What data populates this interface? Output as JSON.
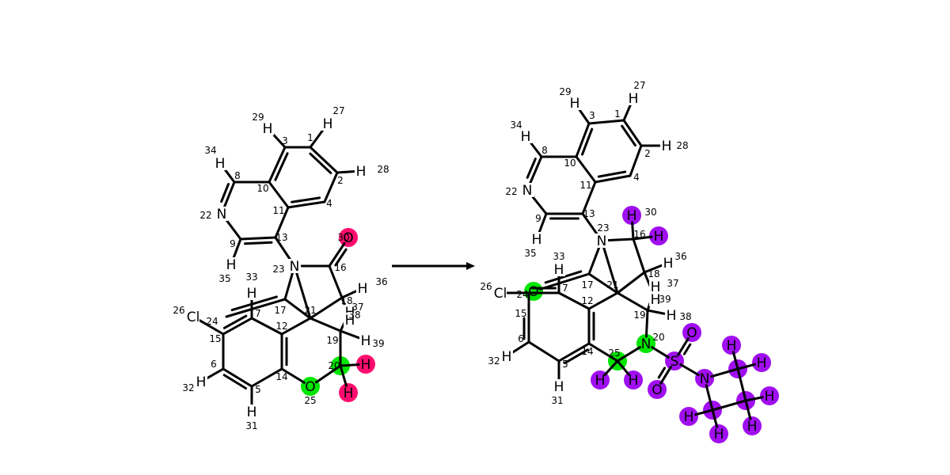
{
  "colors": {
    "reaction_center": "#00e600",
    "leaving_group": "#ff0d6e",
    "added_group": "#a00ff0",
    "bond": "#000000",
    "background": "#ffffff"
  },
  "reactant": {
    "atoms": [
      {
        "id": 1,
        "symbol": "",
        "map": "1"
      },
      {
        "id": 2,
        "symbol": "",
        "map": "2"
      },
      {
        "id": 3,
        "symbol": "",
        "map": "3"
      },
      {
        "id": 4,
        "symbol": "",
        "map": "4"
      },
      {
        "id": 5,
        "symbol": "",
        "map": "5"
      },
      {
        "id": 6,
        "symbol": "",
        "map": "6"
      },
      {
        "id": 7,
        "symbol": "",
        "map": "7"
      },
      {
        "id": 8,
        "symbol": "",
        "map": "8"
      },
      {
        "id": 9,
        "symbol": "",
        "map": "9"
      },
      {
        "id": 10,
        "symbol": "",
        "map": "10"
      },
      {
        "id": 11,
        "symbol": "",
        "map": "11"
      },
      {
        "id": 12,
        "symbol": "",
        "map": "12"
      },
      {
        "id": 13,
        "symbol": "",
        "map": "13"
      },
      {
        "id": 14,
        "symbol": "",
        "map": "14"
      },
      {
        "id": 15,
        "symbol": "",
        "map": "15"
      },
      {
        "id": 16,
        "symbol": "",
        "map": "16"
      },
      {
        "id": 17,
        "symbol": "",
        "map": "17"
      },
      {
        "id": 18,
        "symbol": "",
        "map": "18"
      },
      {
        "id": 19,
        "symbol": "",
        "map": "19"
      },
      {
        "id": 20,
        "symbol": "",
        "map": "20",
        "highlight": "reaction_center"
      },
      {
        "id": 21,
        "symbol": "",
        "map": "21"
      },
      {
        "id": 22,
        "symbol": "N",
        "map": "22"
      },
      {
        "id": 23,
        "symbol": "N",
        "map": "23"
      },
      {
        "id": 24,
        "symbol": "",
        "map": "24"
      },
      {
        "id": 25,
        "symbol": "O",
        "map": "25",
        "highlight": "reaction_center"
      },
      {
        "id": 26,
        "symbol": "Cl",
        "map": "26"
      },
      {
        "id": 27,
        "symbol": "H",
        "map": "27"
      },
      {
        "id": 28,
        "symbol": "H",
        "map": "28"
      },
      {
        "id": 29,
        "symbol": "H",
        "map": "29"
      },
      {
        "id": 30,
        "symbol": "O",
        "map": "30",
        "highlight": "leaving_group"
      },
      {
        "id": 31,
        "symbol": "H",
        "map": "31"
      },
      {
        "id": 32,
        "symbol": "H",
        "map": "32"
      },
      {
        "id": 33,
        "symbol": "H",
        "map": "33"
      },
      {
        "id": 34,
        "symbol": "H",
        "map": "34"
      },
      {
        "id": 35,
        "symbol": "H",
        "map": "35"
      },
      {
        "id": 36,
        "symbol": "H",
        "map": "36"
      },
      {
        "id": 37,
        "symbol": "H",
        "map": "37"
      },
      {
        "id": 38,
        "symbol": "H",
        "map": "38"
      },
      {
        "id": 39,
        "symbol": "H",
        "map": "39"
      },
      {
        "id": 40,
        "symbol": "H",
        "map": "",
        "highlight": "leaving_group"
      },
      {
        "id": 41,
        "symbol": "H",
        "map": "",
        "highlight": "leaving_group"
      }
    ],
    "bonds": [
      [
        1,
        2,
        2
      ],
      [
        2,
        4,
        1
      ],
      [
        4,
        11,
        2
      ],
      [
        11,
        10,
        1
      ],
      [
        10,
        3,
        2
      ],
      [
        3,
        1,
        1
      ],
      [
        10,
        8,
        1
      ],
      [
        8,
        22,
        2
      ],
      [
        22,
        9,
        1
      ],
      [
        9,
        13,
        2
      ],
      [
        13,
        11,
        1
      ],
      [
        13,
        23,
        1
      ],
      [
        23,
        16,
        1
      ],
      [
        16,
        30,
        2
      ],
      [
        16,
        18,
        1
      ],
      [
        18,
        21,
        1
      ],
      [
        21,
        23,
        1
      ],
      [
        23,
        17,
        1
      ],
      [
        17,
        21,
        1
      ],
      [
        17,
        24,
        2
      ],
      [
        21,
        12,
        1
      ],
      [
        21,
        19,
        1
      ],
      [
        19,
        20,
        1
      ],
      [
        20,
        25,
        1
      ],
      [
        25,
        14,
        1
      ],
      [
        14,
        12,
        2
      ],
      [
        12,
        7,
        1
      ],
      [
        7,
        15,
        2
      ],
      [
        15,
        6,
        1
      ],
      [
        6,
        5,
        2
      ],
      [
        5,
        14,
        1
      ],
      [
        15,
        26,
        1
      ],
      [
        1,
        27,
        1
      ],
      [
        2,
        28,
        1
      ],
      [
        3,
        29,
        1
      ],
      [
        8,
        34,
        1
      ],
      [
        9,
        35,
        1
      ],
      [
        7,
        33,
        1
      ],
      [
        6,
        32,
        1
      ],
      [
        5,
        31,
        1
      ],
      [
        18,
        36,
        1
      ],
      [
        18,
        38,
        1
      ],
      [
        19,
        37,
        1
      ],
      [
        19,
        39,
        1
      ],
      [
        20,
        40,
        1
      ],
      [
        20,
        41,
        1
      ]
    ]
  },
  "product": {
    "atoms": [
      {
        "id": 1,
        "symbol": "",
        "map": "1"
      },
      {
        "id": 2,
        "symbol": "",
        "map": "2"
      },
      {
        "id": 3,
        "symbol": "",
        "map": "3"
      },
      {
        "id": 4,
        "symbol": "",
        "map": "4"
      },
      {
        "id": 5,
        "symbol": "",
        "map": "5"
      },
      {
        "id": 6,
        "symbol": "",
        "map": "6"
      },
      {
        "id": 7,
        "symbol": "",
        "map": "7"
      },
      {
        "id": 8,
        "symbol": "",
        "map": "8"
      },
      {
        "id": 9,
        "symbol": "",
        "map": "9"
      },
      {
        "id": 10,
        "symbol": "",
        "map": "10"
      },
      {
        "id": 11,
        "symbol": "",
        "map": "11"
      },
      {
        "id": 12,
        "symbol": "",
        "map": "12"
      },
      {
        "id": 13,
        "symbol": "",
        "map": "13"
      },
      {
        "id": 14,
        "symbol": "",
        "map": "14"
      },
      {
        "id": 15,
        "symbol": "",
        "map": "15"
      },
      {
        "id": 16,
        "symbol": "",
        "map": "16"
      },
      {
        "id": 17,
        "symbol": "",
        "map": "17"
      },
      {
        "id": 18,
        "symbol": "",
        "map": "18"
      },
      {
        "id": 19,
        "symbol": "",
        "map": "19"
      },
      {
        "id": 20,
        "symbol": "N",
        "map": "20",
        "highlight": "reaction_center"
      },
      {
        "id": 21,
        "symbol": "",
        "map": "21"
      },
      {
        "id": 22,
        "symbol": "N",
        "map": "22"
      },
      {
        "id": 23,
        "symbol": "N",
        "map": "23"
      },
      {
        "id": 24,
        "symbol": "",
        "map": "24"
      },
      {
        "id": 25,
        "symbol": "",
        "map": "25",
        "highlight": "reaction_center"
      },
      {
        "id": 26,
        "symbol": "Cl",
        "map": "26"
      },
      {
        "id": 27,
        "symbol": "H",
        "map": "27"
      },
      {
        "id": 28,
        "symbol": "H",
        "map": "28"
      },
      {
        "id": 29,
        "symbol": "H",
        "map": "29"
      },
      {
        "id": 30,
        "symbol": "H",
        "map": "30",
        "highlight": "added_group"
      },
      {
        "id": 31,
        "symbol": "H",
        "map": "31"
      },
      {
        "id": 32,
        "symbol": "H",
        "map": "32"
      },
      {
        "id": 33,
        "symbol": "H",
        "map": "33"
      },
      {
        "id": 34,
        "symbol": "H",
        "map": "34"
      },
      {
        "id": 35,
        "symbol": "H",
        "map": "35"
      },
      {
        "id": 36,
        "symbol": "H",
        "map": "36"
      },
      {
        "id": 37,
        "symbol": "H",
        "map": "37"
      },
      {
        "id": 38,
        "symbol": "H",
        "map": "38"
      },
      {
        "id": 39,
        "symbol": "H",
        "map": "39"
      },
      {
        "id": 40,
        "symbol": "O",
        "map": "",
        "highlight": "reaction_center"
      },
      {
        "id": 41,
        "symbol": "H",
        "map": "",
        "highlight": "added_group"
      },
      {
        "id": 42,
        "symbol": "H",
        "map": "",
        "highlight": "added_group"
      },
      {
        "id": 43,
        "symbol": "H",
        "map": "",
        "highlight": "added_group"
      },
      {
        "id": 44,
        "symbol": "S",
        "map": "",
        "highlight": "added_group"
      },
      {
        "id": 45,
        "symbol": "O",
        "map": "",
        "highlight": "added_group"
      },
      {
        "id": 46,
        "symbol": "O",
        "map": "",
        "highlight": "added_group"
      },
      {
        "id": 47,
        "symbol": "N",
        "map": "",
        "highlight": "added_group"
      },
      {
        "id": 48,
        "symbol": "",
        "map": "",
        "highlight": "added_group"
      },
      {
        "id": 49,
        "symbol": "",
        "map": "",
        "highlight": "added_group"
      },
      {
        "id": 50,
        "symbol": "",
        "map": "",
        "highlight": "added_group"
      },
      {
        "id": 51,
        "symbol": "H",
        "map": "",
        "highlight": "added_group"
      },
      {
        "id": 52,
        "symbol": "H",
        "map": "",
        "highlight": "added_group"
      },
      {
        "id": 53,
        "symbol": "H",
        "map": "",
        "highlight": "added_group"
      },
      {
        "id": 54,
        "symbol": "H",
        "map": "",
        "highlight": "added_group"
      },
      {
        "id": 55,
        "symbol": "H",
        "map": "",
        "highlight": "added_group"
      },
      {
        "id": 56,
        "symbol": "H",
        "map": "",
        "highlight": "added_group"
      }
    ],
    "bonds": [
      [
        1,
        2,
        2
      ],
      [
        2,
        4,
        1
      ],
      [
        4,
        11,
        2
      ],
      [
        11,
        10,
        1
      ],
      [
        10,
        3,
        2
      ],
      [
        3,
        1,
        1
      ],
      [
        10,
        8,
        1
      ],
      [
        8,
        22,
        2
      ],
      [
        22,
        9,
        1
      ],
      [
        9,
        13,
        2
      ],
      [
        13,
        11,
        1
      ],
      [
        13,
        23,
        1
      ],
      [
        23,
        16,
        1
      ],
      [
        16,
        18,
        1
      ],
      [
        18,
        21,
        1
      ],
      [
        21,
        23,
        1
      ],
      [
        23,
        17,
        1
      ],
      [
        17,
        21,
        1
      ],
      [
        17,
        40,
        2
      ],
      [
        21,
        12,
        1
      ],
      [
        21,
        19,
        1
      ],
      [
        19,
        20,
        1
      ],
      [
        20,
        25,
        1
      ],
      [
        25,
        14,
        1
      ],
      [
        14,
        12,
        2
      ],
      [
        12,
        7,
        1
      ],
      [
        7,
        24,
        2
      ],
      [
        24,
        15,
        1
      ],
      [
        15,
        6,
        2
      ],
      [
        6,
        5,
        1
      ],
      [
        5,
        14,
        2
      ],
      [
        24,
        26,
        1
      ],
      [
        1,
        27,
        1
      ],
      [
        2,
        28,
        1
      ],
      [
        3,
        29,
        1
      ],
      [
        8,
        34,
        1
      ],
      [
        9,
        35,
        1
      ],
      [
        7,
        33,
        1
      ],
      [
        6,
        32,
        1
      ],
      [
        5,
        31,
        1
      ],
      [
        16,
        30,
        1
      ],
      [
        16,
        41,
        1
      ],
      [
        18,
        36,
        1
      ],
      [
        18,
        39,
        1
      ],
      [
        19,
        37,
        1
      ],
      [
        19,
        38,
        1
      ],
      [
        25,
        42,
        1
      ],
      [
        25,
        43,
        1
      ],
      [
        20,
        44,
        1
      ],
      [
        44,
        45,
        2
      ],
      [
        44,
        46,
        2
      ],
      [
        44,
        47,
        1
      ],
      [
        47,
        48,
        1
      ],
      [
        47,
        49,
        1
      ],
      [
        48,
        50,
        1
      ],
      [
        49,
        50,
        1
      ],
      [
        48,
        51,
        1
      ],
      [
        48,
        52,
        1
      ],
      [
        49,
        53,
        1
      ],
      [
        49,
        54,
        1
      ],
      [
        50,
        55,
        1
      ],
      [
        50,
        56,
        1
      ]
    ]
  }
}
